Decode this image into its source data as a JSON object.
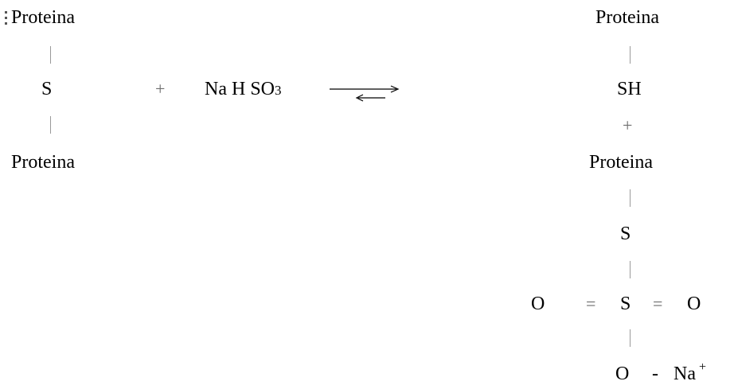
{
  "left": {
    "protein_top": "Proteina",
    "sulfur": "S",
    "protein_bottom": "Proteina"
  },
  "plus_sign": "+",
  "reagent": {
    "text": "Na H SO",
    "subscript": "3"
  },
  "right": {
    "protein_top": "Proteina",
    "sh": "SH",
    "plus_sign": "+",
    "protein_middle": "Proteina",
    "sulfur_link": "S",
    "oxygen_left": "O",
    "double_bond_left": "=",
    "sulfur_center": "S",
    "double_bond_right": "=",
    "oxygen_right": "O",
    "bottom_oxygen": "O",
    "dash": "-",
    "sodium": "Na",
    "charge": "+"
  }
}
